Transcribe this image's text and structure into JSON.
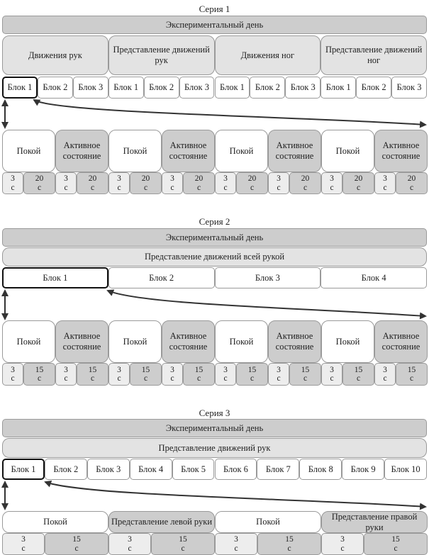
{
  "series": [
    {
      "title": "Серия 1",
      "day": "Экспериментальный день",
      "tasks": [
        "Движения рук",
        "Представление движений рук",
        "Движения ног",
        "Представление движений ног"
      ],
      "blocks": [
        "Блок 1",
        "Блок 2",
        "Блок 3",
        "Блок 1",
        "Блок 2",
        "Блок 3",
        "Блок 1",
        "Блок 2",
        "Блок 3",
        "Блок 1",
        "Блок 2",
        "Блок 3"
      ],
      "states": [
        "Покой",
        "Активное состояние",
        "Покой",
        "Активное состояние",
        "Покой",
        "Активное состояние",
        "Покой",
        "Активное состояние"
      ],
      "durations": [
        "3\nс",
        "20\nс",
        "3\nс",
        "20\nс",
        "3\nс",
        "20\nс",
        "3\nс",
        "20\nс",
        "3\nс",
        "20\nс",
        "3\nс",
        "20\nс",
        "3\nс",
        "20\nс",
        "3\nс",
        "20\nс"
      ]
    },
    {
      "title": "Серия 2",
      "day": "Экспериментальный день",
      "tasks": [
        "Представление движений всей рукой"
      ],
      "blocks": [
        "Блок 1",
        "Блок 2",
        "Блок 3",
        "Блок 4"
      ],
      "states": [
        "Покой",
        "Активное состояние",
        "Покой",
        "Активное состояние",
        "Покой",
        "Активное состояние",
        "Покой",
        "Активное состояние"
      ],
      "durations": [
        "3\nс",
        "15\nс",
        "3\nс",
        "15\nс",
        "3\nс",
        "15\nс",
        "3\nс",
        "15\nс",
        "3\nс",
        "15\nс",
        "3\nс",
        "15\nс",
        "3\nс",
        "15\nс",
        "3\nс",
        "15\nс"
      ]
    },
    {
      "title": "Серия 3",
      "day": "Экспериментальный день",
      "tasks": [
        "Представление движений рук"
      ],
      "blocks": [
        "Блок 1",
        "Блок 2",
        "Блок 3",
        "Блок 4",
        "Блок 5",
        "Блок 6",
        "Блок 7",
        "Блок 8",
        "Блок 9",
        "Блок 10"
      ],
      "states": [
        "Покой",
        "Представление левой руки",
        "Покой",
        "Представление правой руки"
      ],
      "durations": [
        "3\nс",
        "15\nс",
        "3\nс",
        "15\nс",
        "3\nс",
        "15\nс",
        "3\nс",
        "15\nс"
      ]
    }
  ]
}
